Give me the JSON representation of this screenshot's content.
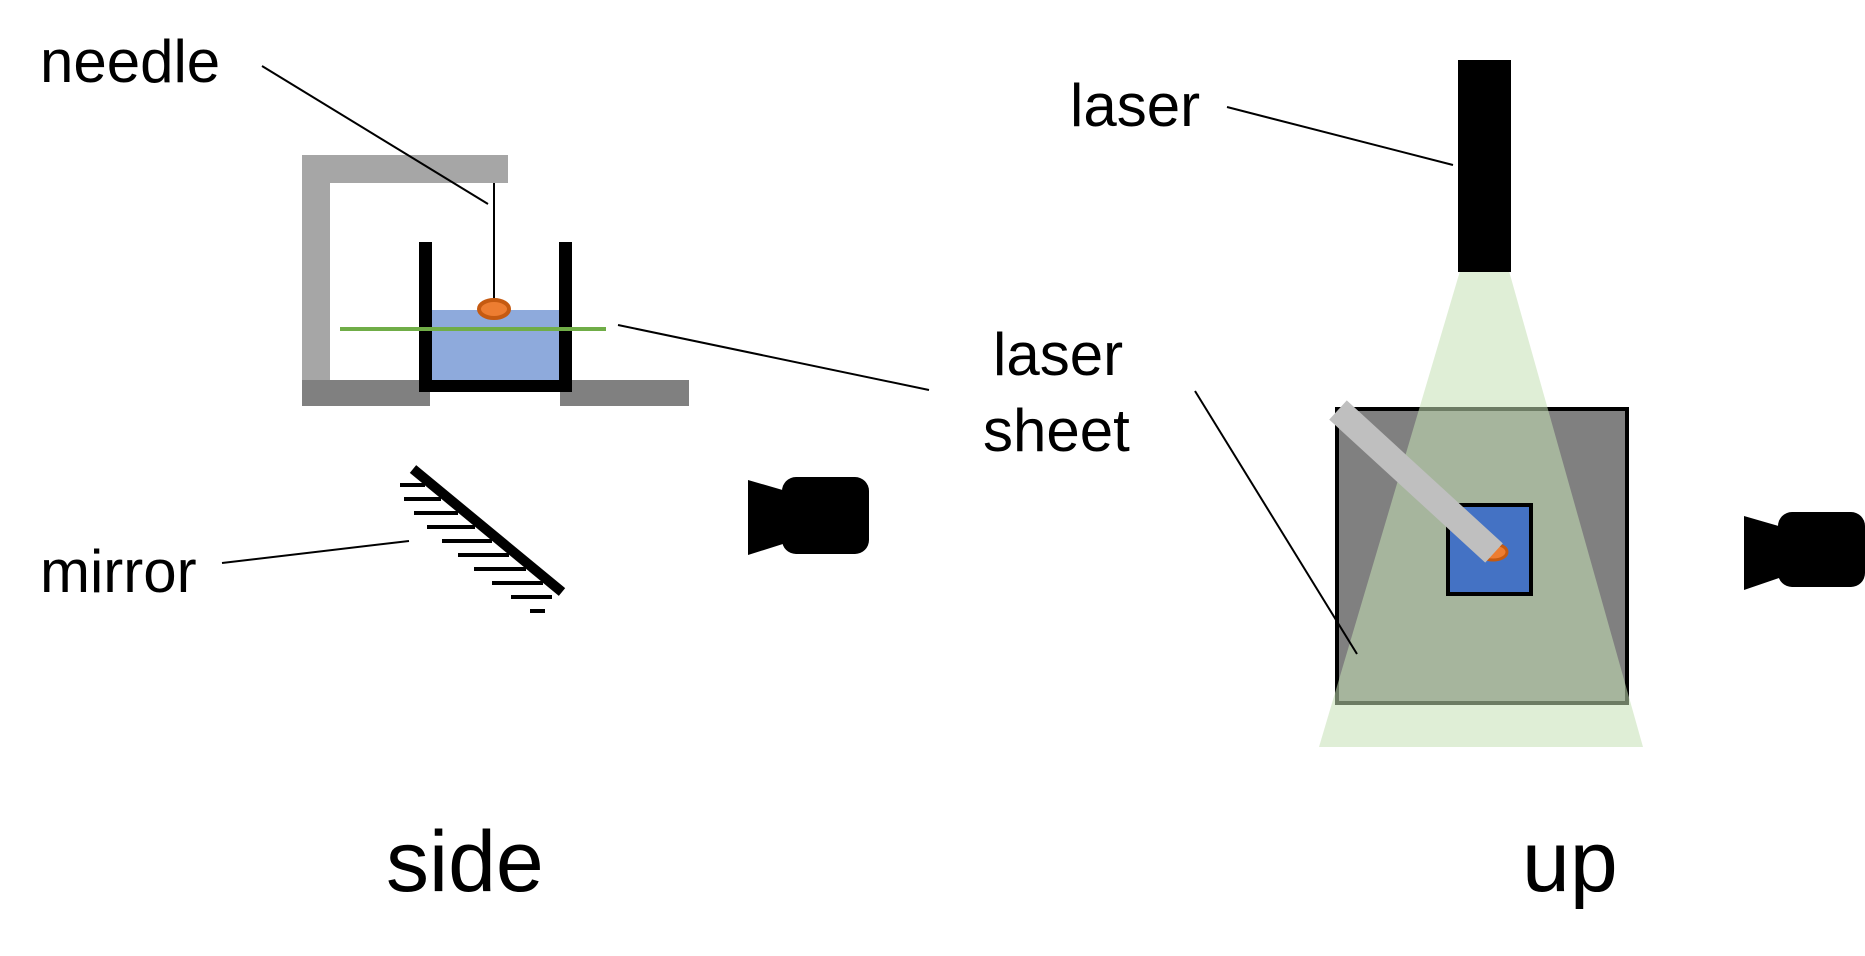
{
  "labels": {
    "needle": "needle",
    "mirror": "mirror",
    "laser": "laser",
    "laser_sheet_line1": "laser",
    "laser_sheet_line2": "sheet",
    "side_view": "side",
    "up_view": "up"
  },
  "colors": {
    "stand_gray": "#a6a6a6",
    "base_gray": "#808080",
    "tank_outline": "#000000",
    "water_blue": "#8eaadc",
    "laser_sheet_green": "#70ad47",
    "droplet_orange": "#ed7d31",
    "beam_green": "#c5e0b4",
    "beam_over_box_green": "#9cb58a",
    "box_gray": "#808080",
    "inner_blue": "#4472c4",
    "needle_arm_gray": "#bfbfbf",
    "camera_black": "#000000"
  },
  "icons": {
    "side_camera": "video-camera-icon",
    "up_camera": "video-camera-icon"
  }
}
